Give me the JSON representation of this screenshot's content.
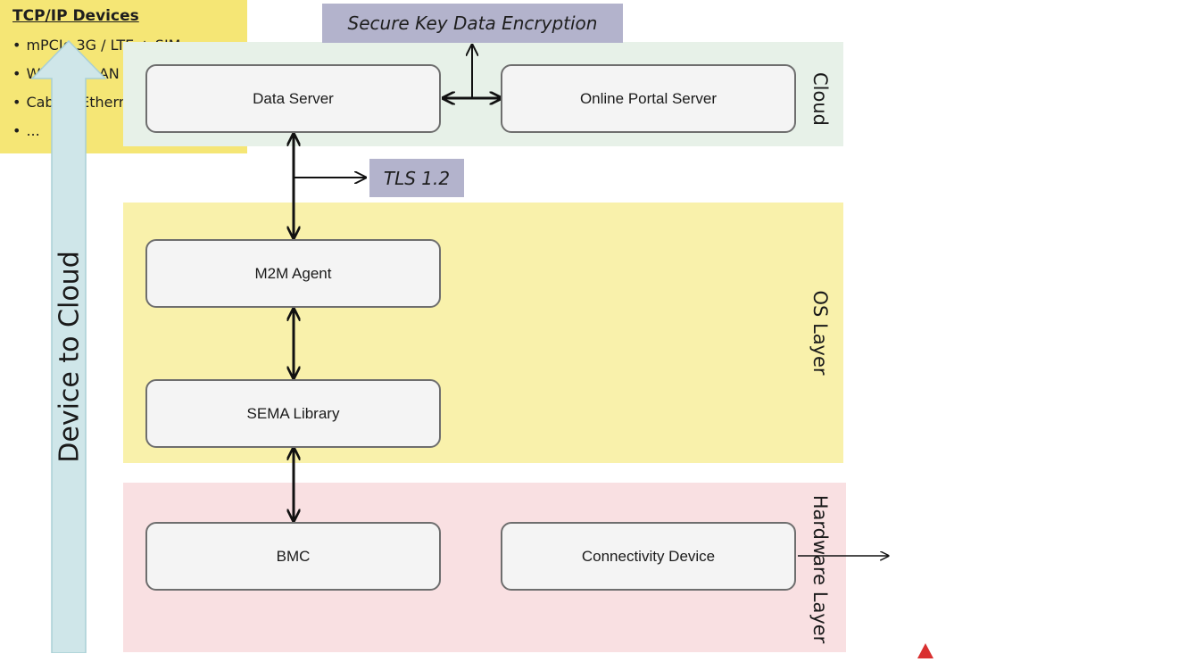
{
  "side_arrow": {
    "label": "Device to Cloud"
  },
  "layers": {
    "cloud": "Cloud",
    "os": "OS Layer",
    "hardware": "Hardware Layer"
  },
  "components": {
    "data_server": "Data Server",
    "online_portal_server": "Online Portal Server",
    "m2m_agent": "M2M Agent",
    "sema_library": "SEMA Library",
    "bmc": "BMC",
    "connectivity_device": "Connectivity Device"
  },
  "tags": {
    "secure_key": "Secure Key Data Encryption",
    "tls": "TLS 1.2"
  },
  "tcp_devices": {
    "title": "TCP/IP Devices",
    "items": [
      "mPCIe 3G / LTE + SIM",
      "Wireless LAN",
      "Cabled Ethernet",
      "..."
    ]
  },
  "colors": {
    "cloud_band": "#e7f1e8",
    "os_band": "#f9f1ab",
    "hardware_band": "#f9e0e2",
    "arrow_fill": "#cfe6e9",
    "tag_fill": "#b3b3cc",
    "tcp_fill": "#f5e675",
    "marker": "#d93030"
  }
}
